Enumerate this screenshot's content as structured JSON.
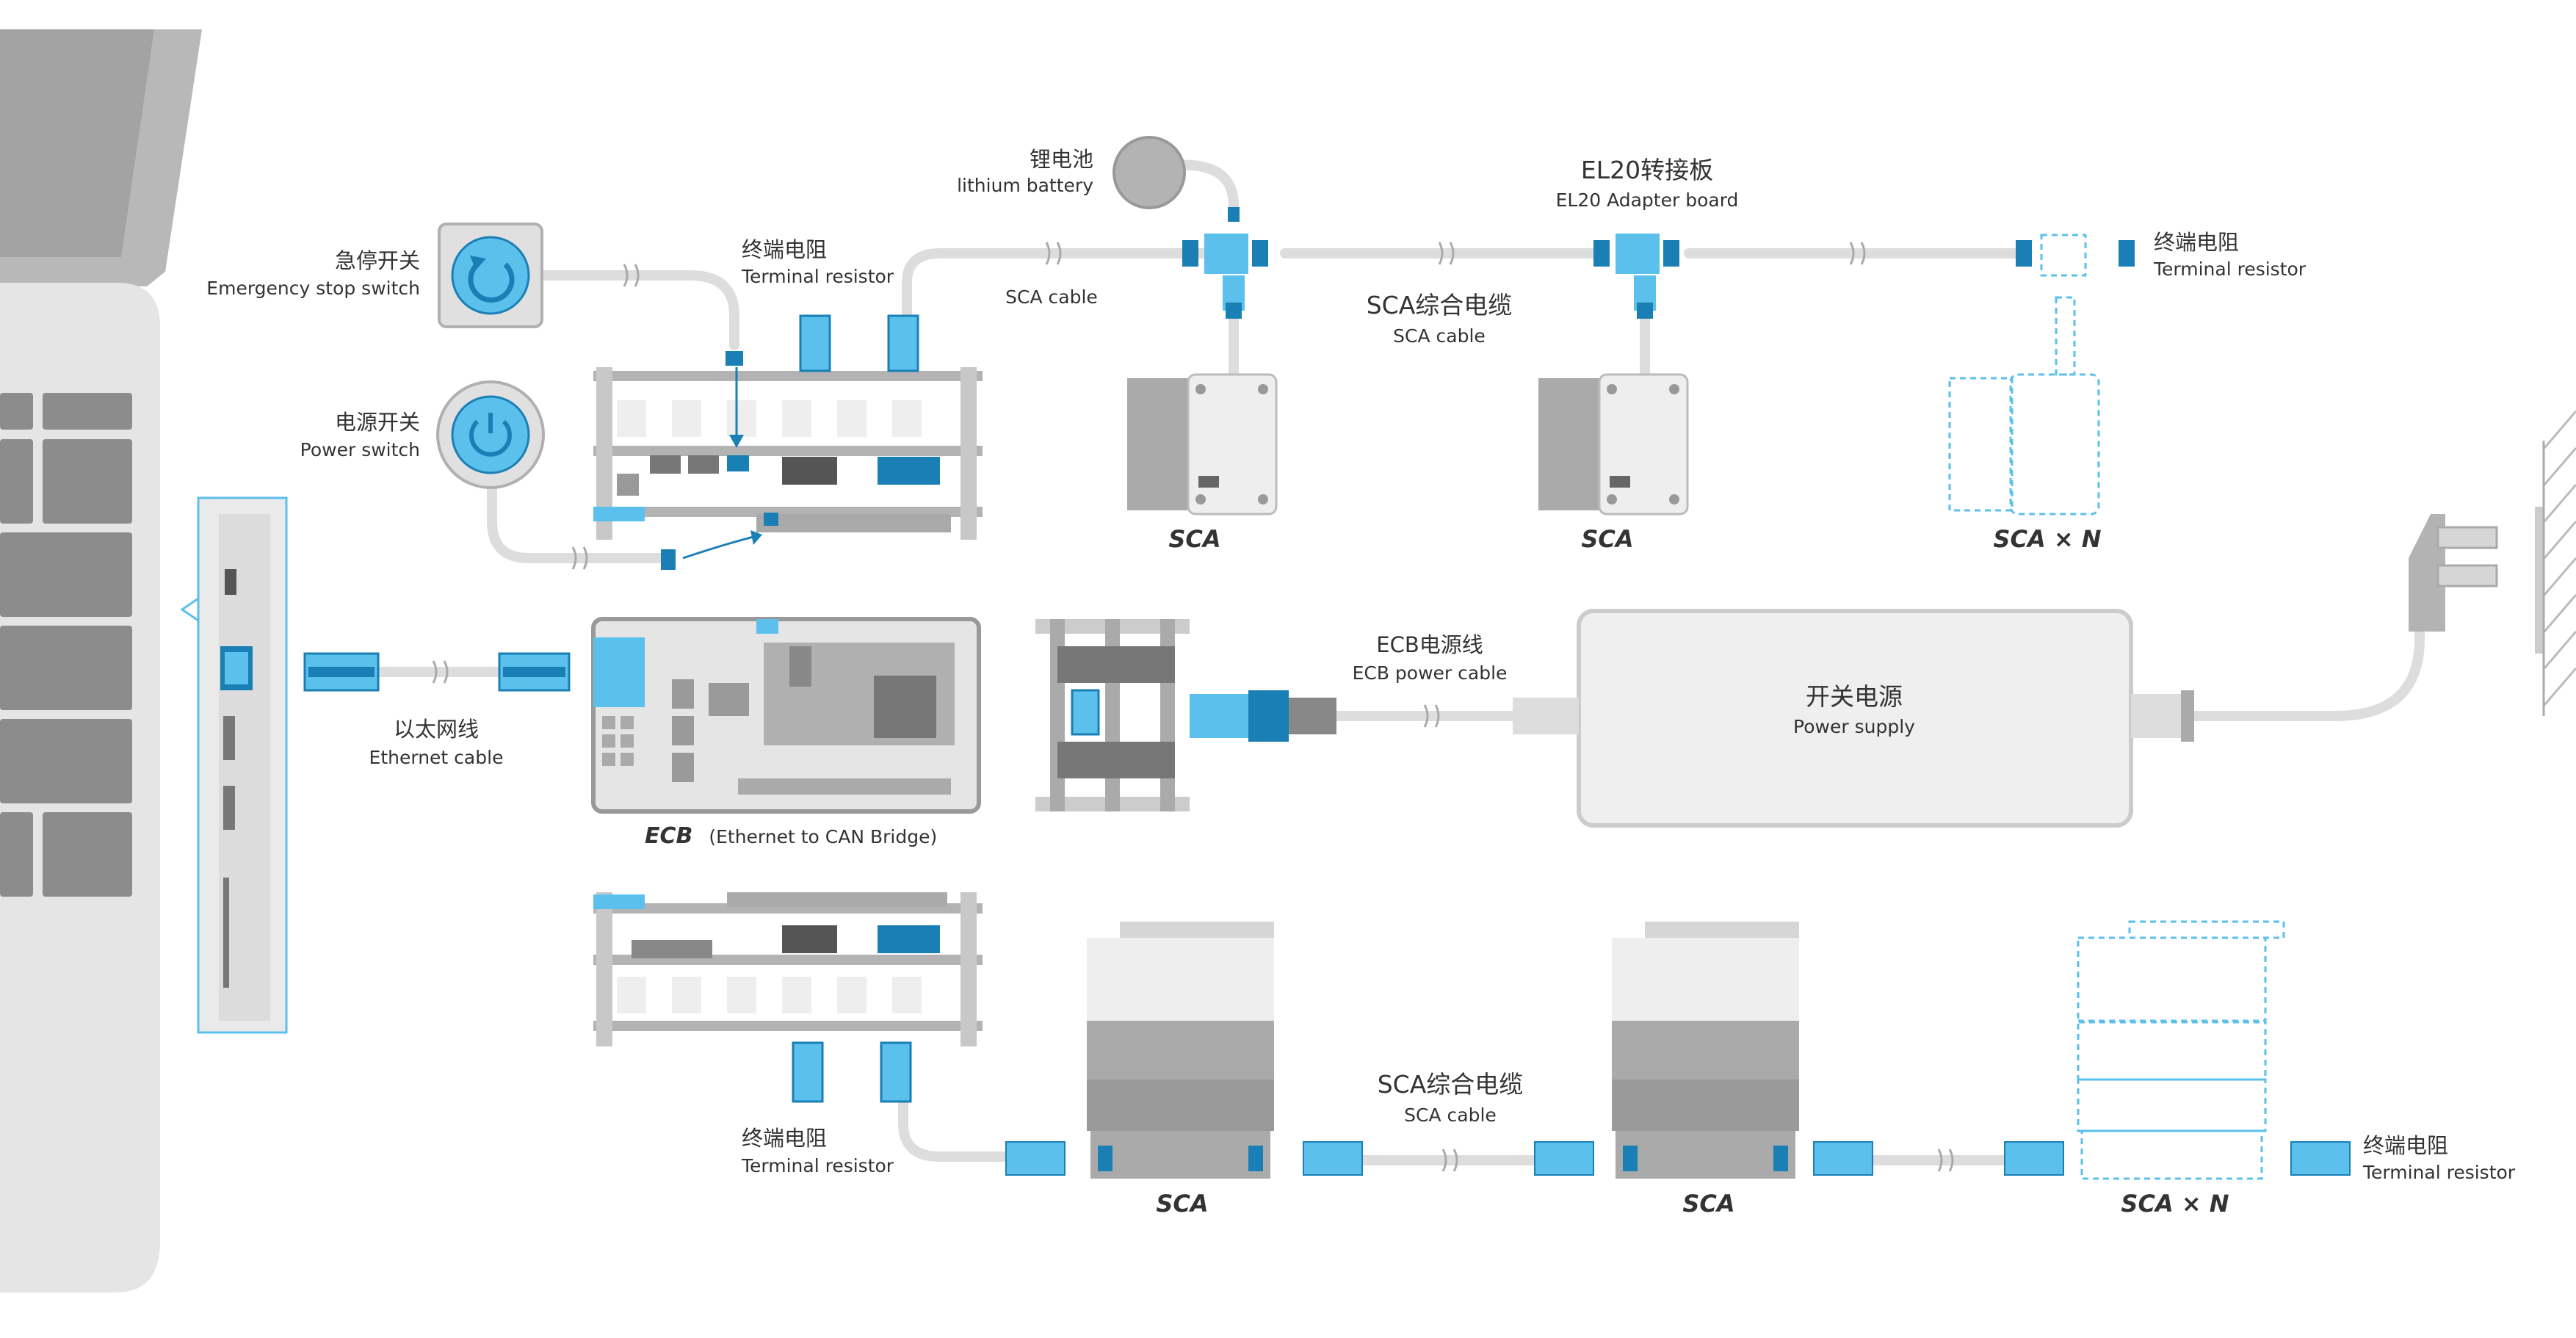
{
  "labels": {
    "estop_zh": "急停开关",
    "estop_en": "Emergency stop switch",
    "power_switch_zh": "电源开关",
    "power_switch_en": "Power switch",
    "term_top_zh": "终端电阻",
    "term_top_en": "Terminal resistor",
    "battery_zh": "锂电池",
    "battery_en": "lithium battery",
    "sca_cable_top_en": "SCA cable",
    "el20_zh": "EL20转接板",
    "el20_en": "EL20 Adapter board",
    "sca_combined_mid_zh": "SCA综合电缆",
    "sca_combined_mid_en": "SCA cable",
    "term_right_zh": "终端电阻",
    "term_right_en": "Terminal resistor",
    "sca_1": "SCA",
    "sca_2": "SCA",
    "sca_n_top": "SCA × N",
    "ethernet_zh": "以太网线",
    "ethernet_en": "Ethernet cable",
    "ecb_bold": "ECB",
    "ecb_full": "(Ethernet to CAN Bridge)",
    "ecb_power_zh": "ECB电源线",
    "ecb_power_en": "ECB power cable",
    "psu_zh": "开关电源",
    "psu_en": "Power supply",
    "sca_combined_bottom_zh": "SCA综合电缆",
    "sca_combined_bottom_en": "SCA cable",
    "term_bottom_left_zh": "终端电阻",
    "term_bottom_left_en": "Terminal resistor",
    "term_bottom_right_zh": "终端电阻",
    "term_bottom_right_en": "Terminal resistor",
    "sca_3": "SCA",
    "sca_4": "SCA",
    "sca_n_bottom": "SCA × N"
  },
  "colors": {
    "accent_blue": "#5bc0eb",
    "accent_dark_blue": "#1a7fb5",
    "device_gray": "#b3b3b3",
    "device_dark_gray": "#8c8c8c",
    "device_light_gray": "#eeeeee",
    "cable_gray": "#dddddd",
    "text": "#333333"
  }
}
